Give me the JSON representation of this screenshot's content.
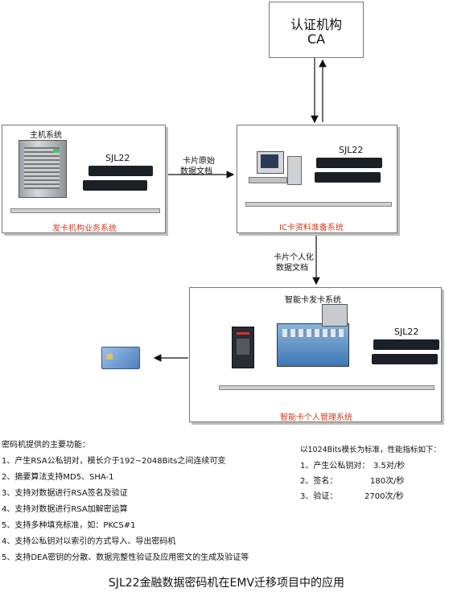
{
  "ca_box": {
    "line1": "认证机构",
    "line2": "CA"
  },
  "host_system": {
    "top_label": "主机系统",
    "device_label": "SJL22",
    "caption": "发卡机构业务系统"
  },
  "ic_system": {
    "device_label": "SJL22",
    "caption": "IC卡资料准备系统"
  },
  "flow_labels": {
    "raw_line1": "卡片原始",
    "raw_line2": "数据文档",
    "personal_line1": "卡片个人化",
    "personal_line2": "数据文档"
  },
  "smartcard_system": {
    "top_label": "智能卡发卡系统",
    "device_label": "SJL22",
    "caption": "智能卡个人管理系统"
  },
  "functions": {
    "heading": "密码机提供的主要功能：",
    "items": [
      "1、产生RSA公私钥对，模长介于192~2048Bits之间连续可变",
      "2、摘要算法支持MD5、SHA-1",
      "3、支持对数据进行RSA签名及验证",
      "4、支持对数据进行RSA加解密运算",
      "5、支持多种填充标准，如：PKCS#1",
      "4、支持公私钥对以索引的方式导入、导出密码机",
      "5、支持DEA密钥的分散、数据完整性验证及应用密文的生成及验证等"
    ]
  },
  "performance": {
    "heading": "以1024Bits模长为标准，性能指标如下：",
    "rows": [
      {
        "label": "1、产生公私钥对：",
        "value": "3.5对/秒"
      },
      {
        "label": "2、签名：",
        "value": "180次/秒"
      },
      {
        "label": "3、验证：",
        "value": "2700次/秒"
      }
    ]
  },
  "footer_title": "SJL22金融数据密码机在EMV迁移项目中的应用",
  "colors": {
    "caption_red": "#d23b1f",
    "device_dark": "#1b1f26",
    "card_blue": "#5d8cc4"
  }
}
